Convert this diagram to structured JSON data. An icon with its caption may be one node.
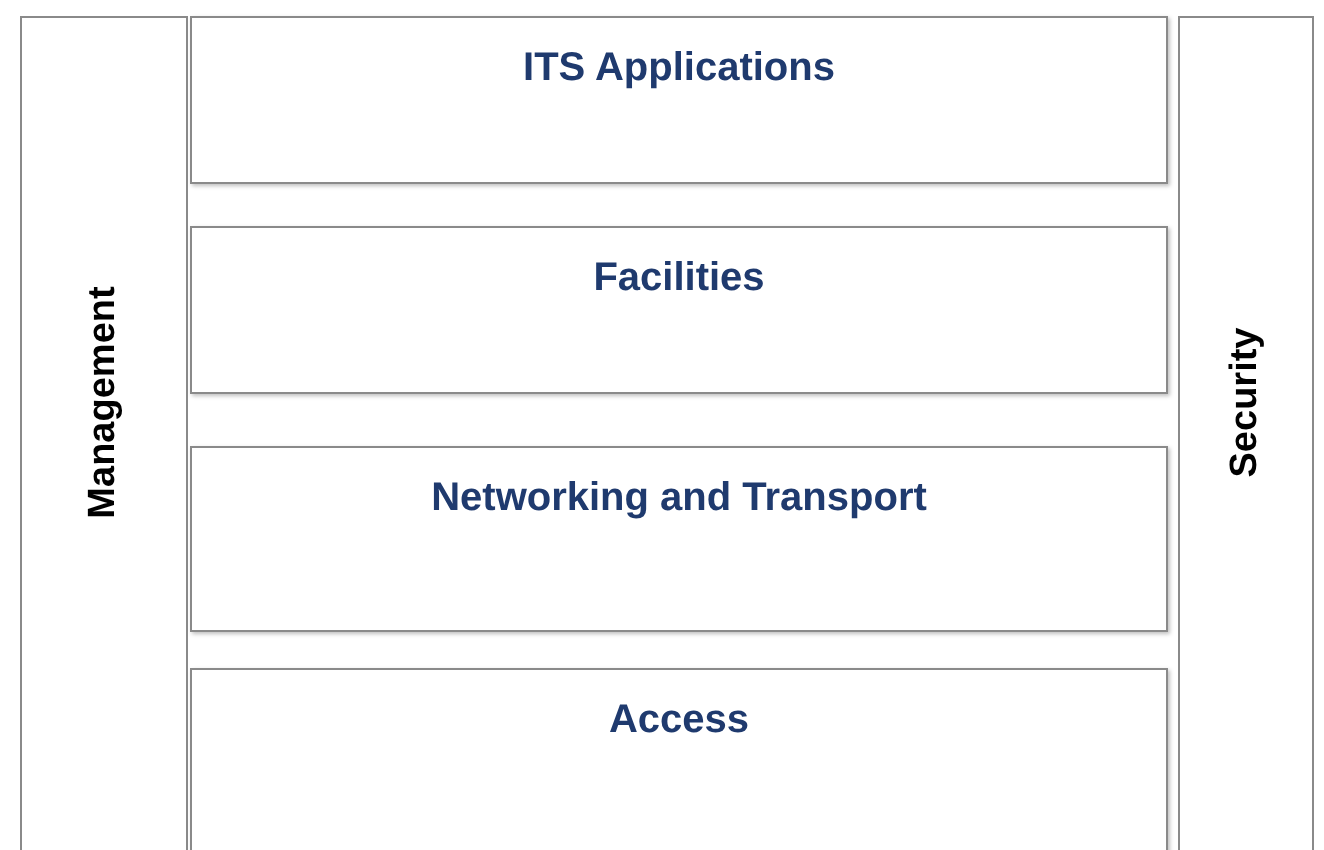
{
  "diagram": {
    "nodes": [
      {
        "text": [
          "Management"
        ]
      },
      {
        "text": [
          "ITS Applications"
        ]
      },
      {
        "text": [
          "Facilities"
        ]
      },
      {
        "text": [
          "Networking and Transport"
        ]
      },
      {
        "text": [
          "Access"
        ]
      },
      {
        "text": [
          "Security"
        ]
      }
    ]
  }
}
